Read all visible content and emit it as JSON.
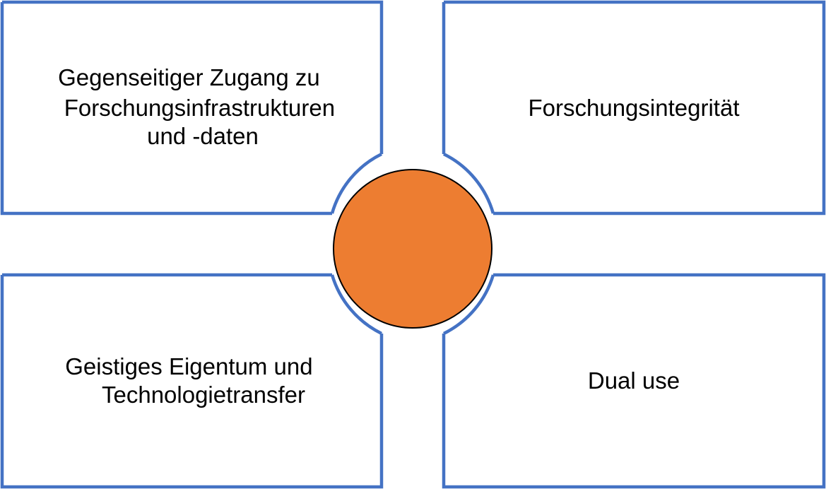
{
  "colors": {
    "frame_stroke": "#4472C4",
    "center_fill": "#ED7D31",
    "center_stroke": "#000000",
    "background": "#FFFFFF",
    "text": "#000000"
  },
  "quadrants": {
    "top_left": {
      "lines": [
        "Gegenseitiger Zugang zu",
        "Forschungsinfrastrukturen",
        "und -daten"
      ]
    },
    "top_right": {
      "lines": [
        "Forschungsintegrität"
      ]
    },
    "bottom_left": {
      "lines": [
        "Geistiges Eigentum und",
        "Technologietransfer"
      ]
    },
    "bottom_right": {
      "lines": [
        "Dual use"
      ]
    }
  }
}
